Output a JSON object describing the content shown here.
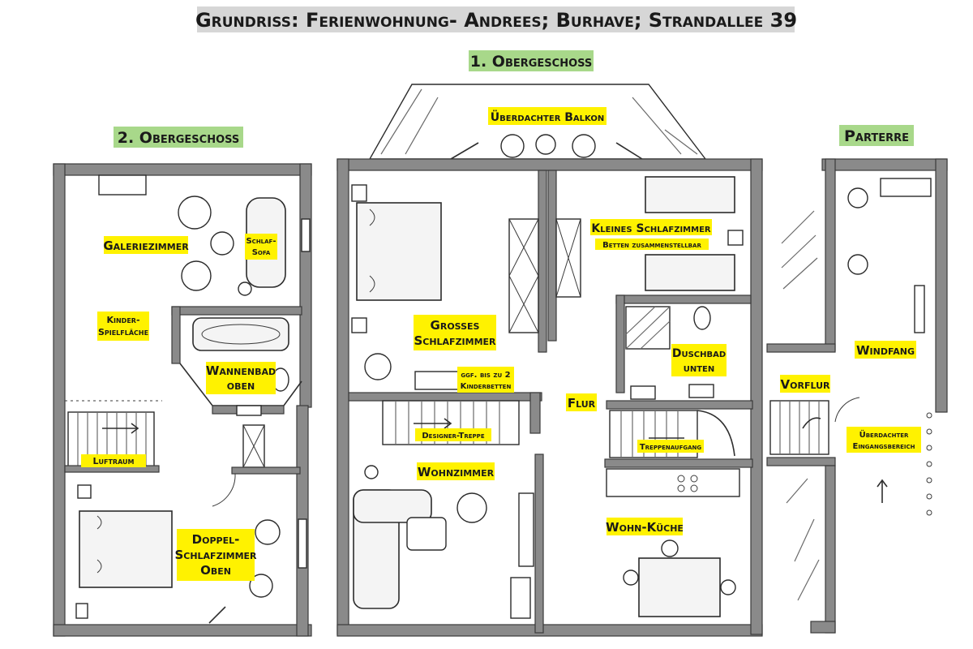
{
  "title": "Grundriss: Ferienwohnung- Andrees; Burhave; Strandallee 39",
  "floors": {
    "second": "2. Obergeschoss",
    "first": "1. Obergeschoss",
    "ground": "Parterre"
  },
  "rooms": {
    "galeriezimmer": "Galeriezimmer",
    "schlafsofa_1": "Schlaf-",
    "schlafsofa_2": "Sofa",
    "kinder_1": "Kinder-",
    "kinder_2": "Spielfläche",
    "wannenbad_1": "Wannenbad",
    "wannenbad_2": "oben",
    "luftraum": "Luftraum",
    "doppel_1": "Doppel-",
    "doppel_2": "Schlafzimmer",
    "doppel_3": "Oben",
    "balkon": "Überdachter Balkon",
    "kleines": "Kleines Schlafzimmer",
    "betten": "Betten zusammenstellbar",
    "grosses_1": "Großes",
    "grosses_2": "Schlafzimmer",
    "kinderbetten_1": "ggf. bis zu 2",
    "kinderbetten_2": "Kinderbetten",
    "duschbad_1": "Duschbad",
    "duschbad_2": "unten",
    "flur": "Flur",
    "designer_treppe": "Designer-Treppe",
    "treppenaufgang": "Treppenaufgang",
    "wohnzimmer": "Wohnzimmer",
    "wohnkueche": "Wohn-Küche",
    "windfang": "Windfang",
    "vorflur": "Vorflur",
    "eingang_1": "Überdachter",
    "eingang_2": "Eingangsbereich"
  },
  "colors": {
    "label_highlight": "#fff200",
    "floor_highlight": "#a8d88a",
    "title_highlight": "#d6d6d6"
  }
}
